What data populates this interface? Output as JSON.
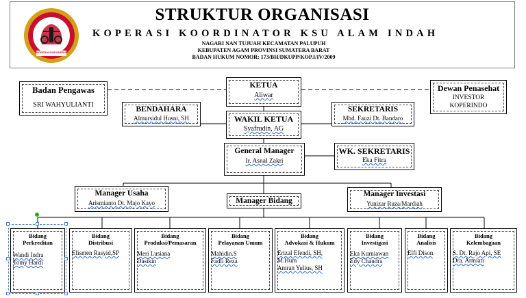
{
  "header": {
    "title": "STRUKTUR ORGANISASI",
    "subtitle": "KOPERASI KOORDINATOR KSU ALAM INDAH",
    "address_lines": [
      "NAGARI NAN TUJUAH KECAMATAN PALUPUH",
      "KEBUPATEN AGAM PROVINSI SUMATERA BARAT",
      "BADAN HUKUM NOMOR: 173/BH/DKUPP/KOP.I/IV/2009"
    ],
    "logo_text": "KOPERASI INDONESIA"
  },
  "colors": {
    "logo_red": "#c8102e",
    "logo_gold": "#d4a017",
    "selection": "#4a7fd0",
    "rotate_handle": "#2aa52a"
  },
  "nodes": {
    "badan_pengawas": {
      "title": "Badan Pengawas",
      "name": "SRI WAHYULIANTI"
    },
    "ketua": {
      "title": "KETUA",
      "name": "Aliwar"
    },
    "dewan_penasehat": {
      "title": "Dewan Penasehat",
      "name_lines": [
        "INVESTOR",
        "KOPERINDO"
      ]
    },
    "bendahara": {
      "title": "BENDAHARA",
      "name": "Almursidul Husni, SH"
    },
    "wakil_ketua": {
      "title": "WAKIL KETUA",
      "name": "Syafrudin, AG"
    },
    "sekretaris": {
      "title": "SEKRETARIS",
      "name": "Mhd. Fauzi Dt. Bandaro"
    },
    "general_manager": {
      "title": "General Manager",
      "name": "Ir. Asnal Zakri"
    },
    "wk_sekretaris": {
      "title": "WK. SEKRETARIS",
      "name": "Eka Fitra"
    },
    "manager_usaha": {
      "title": "Manager Usaha",
      "name": "Arismianto Dt. Majo Kayo"
    },
    "manager_bidang": {
      "title": "Manager Bidang"
    },
    "manager_investasi": {
      "title": "Manager Investasi",
      "name": "Yunizar Ruza/Mardiah"
    }
  },
  "departments": [
    {
      "title_lines": [
        "Bidang",
        "Perkreditan"
      ],
      "name_lines": [
        "Wandi Indra",
        "Tomy Hardi"
      ]
    },
    {
      "title_lines": [
        "Bidang",
        "Distribusi"
      ],
      "name_lines": [
        "Elismen Rasyid,SP"
      ]
    },
    {
      "title_lines": [
        "Bidang",
        "Produksi/Pemasaran"
      ],
      "name_lines": [
        "Meri Lusiana",
        "Dasikin"
      ]
    },
    {
      "title_lines": [
        "Bidang",
        "Pelayanan Umum"
      ],
      "name_lines": [
        "Mahidin.S",
        "Fadli Reza"
      ]
    },
    {
      "title_lines": [
        "Bidang",
        "Advokasi & Hukum"
      ],
      "name_lines": [
        "Erizal Efendi, SH,",
        "M.Hum",
        "Amran Yulius, SH"
      ]
    },
    {
      "title_lines": [
        "Bidang",
        "Investigasi"
      ],
      "name_lines": [
        "Eka Kurniawan",
        "Edy Chandra"
      ]
    },
    {
      "title_lines": [
        "Bidang",
        "Analisis"
      ],
      "name_lines": [
        "Elfi Dison"
      ]
    },
    {
      "title_lines": [
        "Bidang",
        "Kelembagaan"
      ],
      "name_lines": [
        "S. Dt. Rajo Api, SE",
        "Dra. Armiati"
      ]
    }
  ]
}
